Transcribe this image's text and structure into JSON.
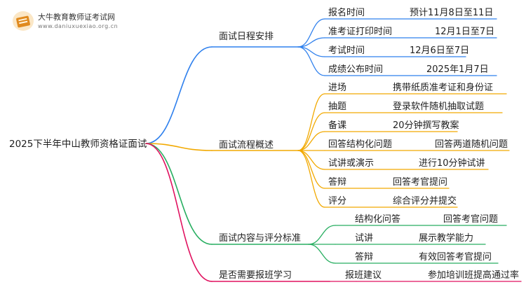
{
  "logo": {
    "title": "大牛教育教师证考试网",
    "url": "www.daniuxuexiao.org.cn"
  },
  "root": {
    "label": "2025下半年中山教师资格证面试"
  },
  "branches": [
    {
      "label": "面试日程安排",
      "color": "#2f80ed",
      "children": [
        {
          "label": "报名时间",
          "value": "预计11月8日至11日"
        },
        {
          "label": "准考证打印时间",
          "value": "12月1日至7日"
        },
        {
          "label": "考试时间",
          "value": "12月6日至7日"
        },
        {
          "label": "成绩公布时间",
          "value": "2025年1月7日"
        }
      ]
    },
    {
      "label": "面试流程概述",
      "color": "#f2a900",
      "children": [
        {
          "label": "进场",
          "value": "携带纸质准考证和身份证"
        },
        {
          "label": "抽题",
          "value": "登录软件随机抽取试题"
        },
        {
          "label": "备课",
          "value": "20分钟撰写教案"
        },
        {
          "label": "回答结构化问题",
          "value": "回答两道随机问题"
        },
        {
          "label": "试讲或演示",
          "value": "进行10分钟试讲"
        },
        {
          "label": "答辩",
          "value": "回答考官提问"
        },
        {
          "label": "评分",
          "value": "综合评分并提交"
        }
      ]
    },
    {
      "label": "面试内容与评分标准",
      "color": "#27ae60",
      "children": [
        {
          "label": "结构化问答",
          "value": "回答考官问题"
        },
        {
          "label": "试讲",
          "value": "展示教学能力"
        },
        {
          "label": "答辩",
          "value": "有效回答考官提问"
        }
      ]
    },
    {
      "label": "是否需要报班学习",
      "color": "#e0115f",
      "children": [
        {
          "label": "报班建议",
          "value": "参加培训班提高通过率"
        }
      ]
    }
  ]
}
